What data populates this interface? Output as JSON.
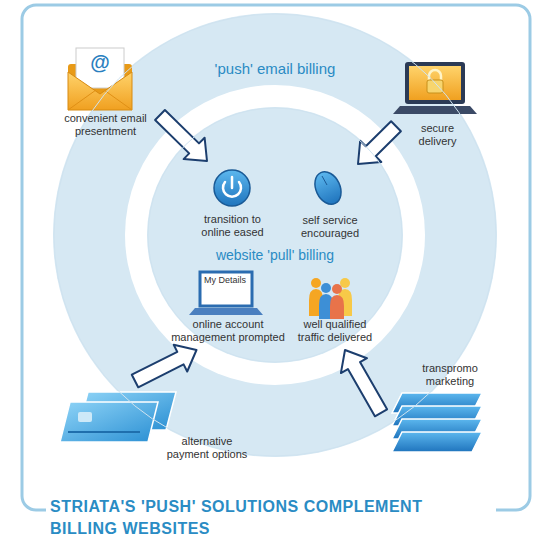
{
  "diagram": {
    "title": "STRIATA'S 'PUSH' SOLUTIONS COMPLEMENT BILLING WEBSITES",
    "nodes": [
      {
        "text": [
          "'push' email billing"
        ]
      },
      {
        "text": [
          "convenient email presentment"
        ],
        "in": 0
      },
      {
        "text": [
          "secure delivery"
        ],
        "in": 0
      },
      {
        "text": [
          "website 'pull' billing"
        ],
        "in": 0
      },
      {
        "text": [
          "transition to online eased"
        ],
        "in": 3
      },
      {
        "text": [
          "self service encouraged"
        ],
        "in": 3
      },
      {
        "text": [
          "online account management prompted"
        ],
        "in": 3
      },
      {
        "text": [
          "well qualified traffic delivered"
        ],
        "in": 3
      },
      {
        "text": [
          "alternative payment options"
        ],
        "in": 0
      },
      {
        "text": [
          "transpromo marketing"
        ],
        "in": 0
      }
    ],
    "edges": [
      {
        "from": 1,
        "to": 4,
        "arrow": "to"
      },
      {
        "from": 2,
        "to": 5,
        "arrow": "to"
      },
      {
        "from": 8,
        "to": 6,
        "arrow": "to"
      },
      {
        "from": 9,
        "to": 7,
        "arrow": "to"
      }
    ],
    "labels": [
      "@",
      "My Details"
    ]
  }
}
